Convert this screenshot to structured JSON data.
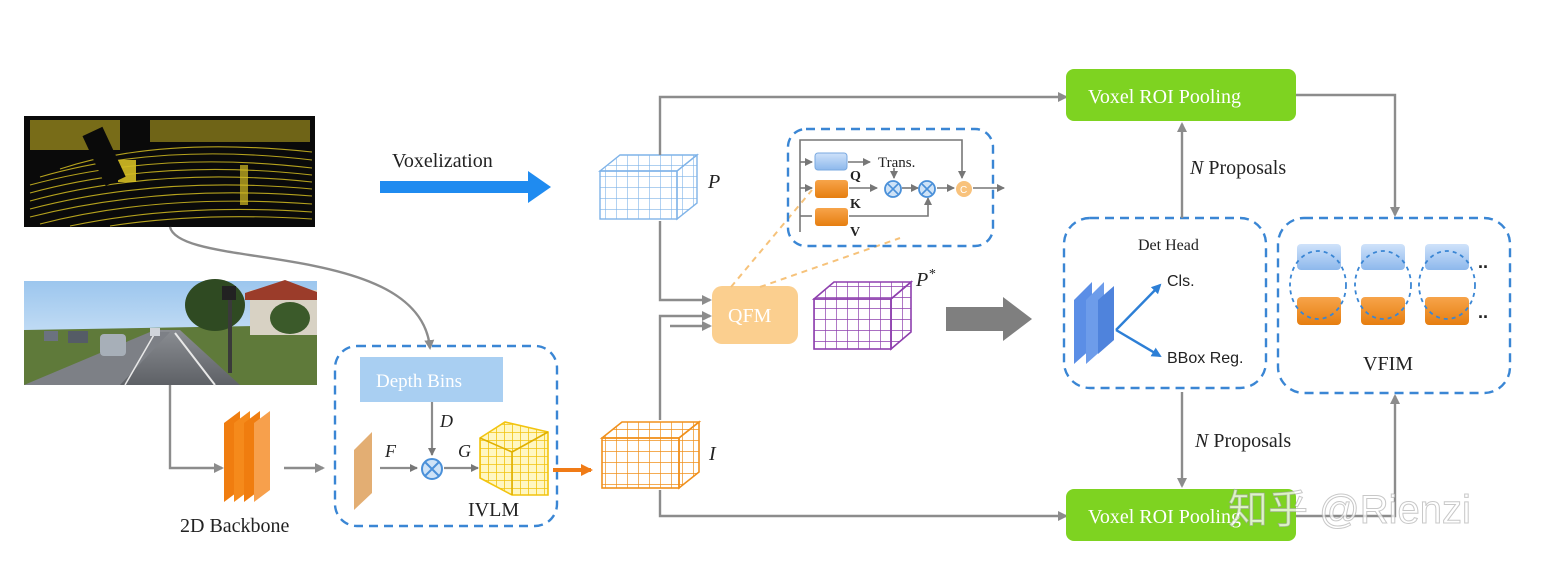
{
  "colors": {
    "green": "#7ed321",
    "blue_dash": "#3a86d4",
    "arrow_gray": "#8c8c8c",
    "orange": "#f39c12",
    "light_blue": "#9fc5ee",
    "peach": "#fbcf8f",
    "purple": "#8e44ad",
    "yellow": "#f4d03f"
  },
  "labels": {
    "voxelization": "Voxelization",
    "backbone": "2D Backbone",
    "depth_bins": "Depth Bins",
    "f": "F",
    "d": "D",
    "g": "G",
    "ivlm": "IVLM",
    "p": "P",
    "i": "I",
    "qfm": "QFM",
    "p_star": "P",
    "p_star_sup": "*",
    "trans": "Trans.",
    "q": "Q",
    "k": "K",
    "v": "V",
    "c": "C",
    "roi_top": "Voxel ROI Pooling",
    "roi_bottom": "Voxel ROI Pooling",
    "proposals_n": "N",
    "proposals_top": "Proposals",
    "proposals_bottom": "Proposals",
    "det_head": "Det Head",
    "cls": "Cls.",
    "bbox": "BBox Reg.",
    "vfim": "VFIM",
    "dots": "..",
    "watermark": "知乎 @Rienzi"
  }
}
